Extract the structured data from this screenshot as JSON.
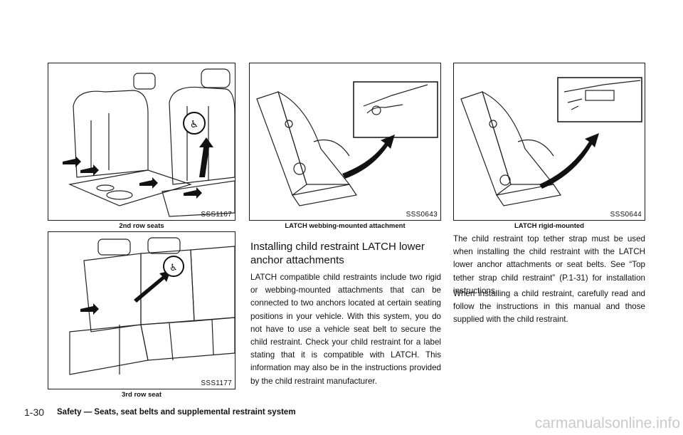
{
  "figures": {
    "fig1": {
      "code": "SSS1167",
      "caption": "2nd row seats"
    },
    "fig2": {
      "code": "SSS1177",
      "caption": "3rd row seat"
    },
    "fig3": {
      "code": "SSS0643",
      "caption": "LATCH webbing-mounted attachment"
    },
    "fig4": {
      "code": "SSS0644",
      "caption": "LATCH rigid-mounted"
    }
  },
  "section": {
    "heading_line1": "Installing child restraint LATCH lower",
    "heading_line2": "anchor attachments",
    "para1": "LATCH compatible child restraints include two rigid or webbing-mounted attachments that can be connected to two anchors located at certain seating positions in your vehicle. With this system, you do not have to use a vehicle seat belt to secure the child restraint. Check your child restraint for a label stating that it is compatible with LATCH. This information may also be in the instructions provided by the child restraint manufacturer.",
    "para2": "The child restraint top tether strap must be used when installing the child restraint with the LATCH lower anchor attachments or seat belts. See “Top tether strap child restraint” (P.1-31) for installation instructions.",
    "para3": "When installing a child restraint, carefully read and follow the instructions in this manual and those supplied with the child restraint."
  },
  "footer": {
    "page": "1-30",
    "title": "Safety — Seats, seat belts and supplemental restraint system"
  },
  "watermark": "carmanualsonline.info"
}
